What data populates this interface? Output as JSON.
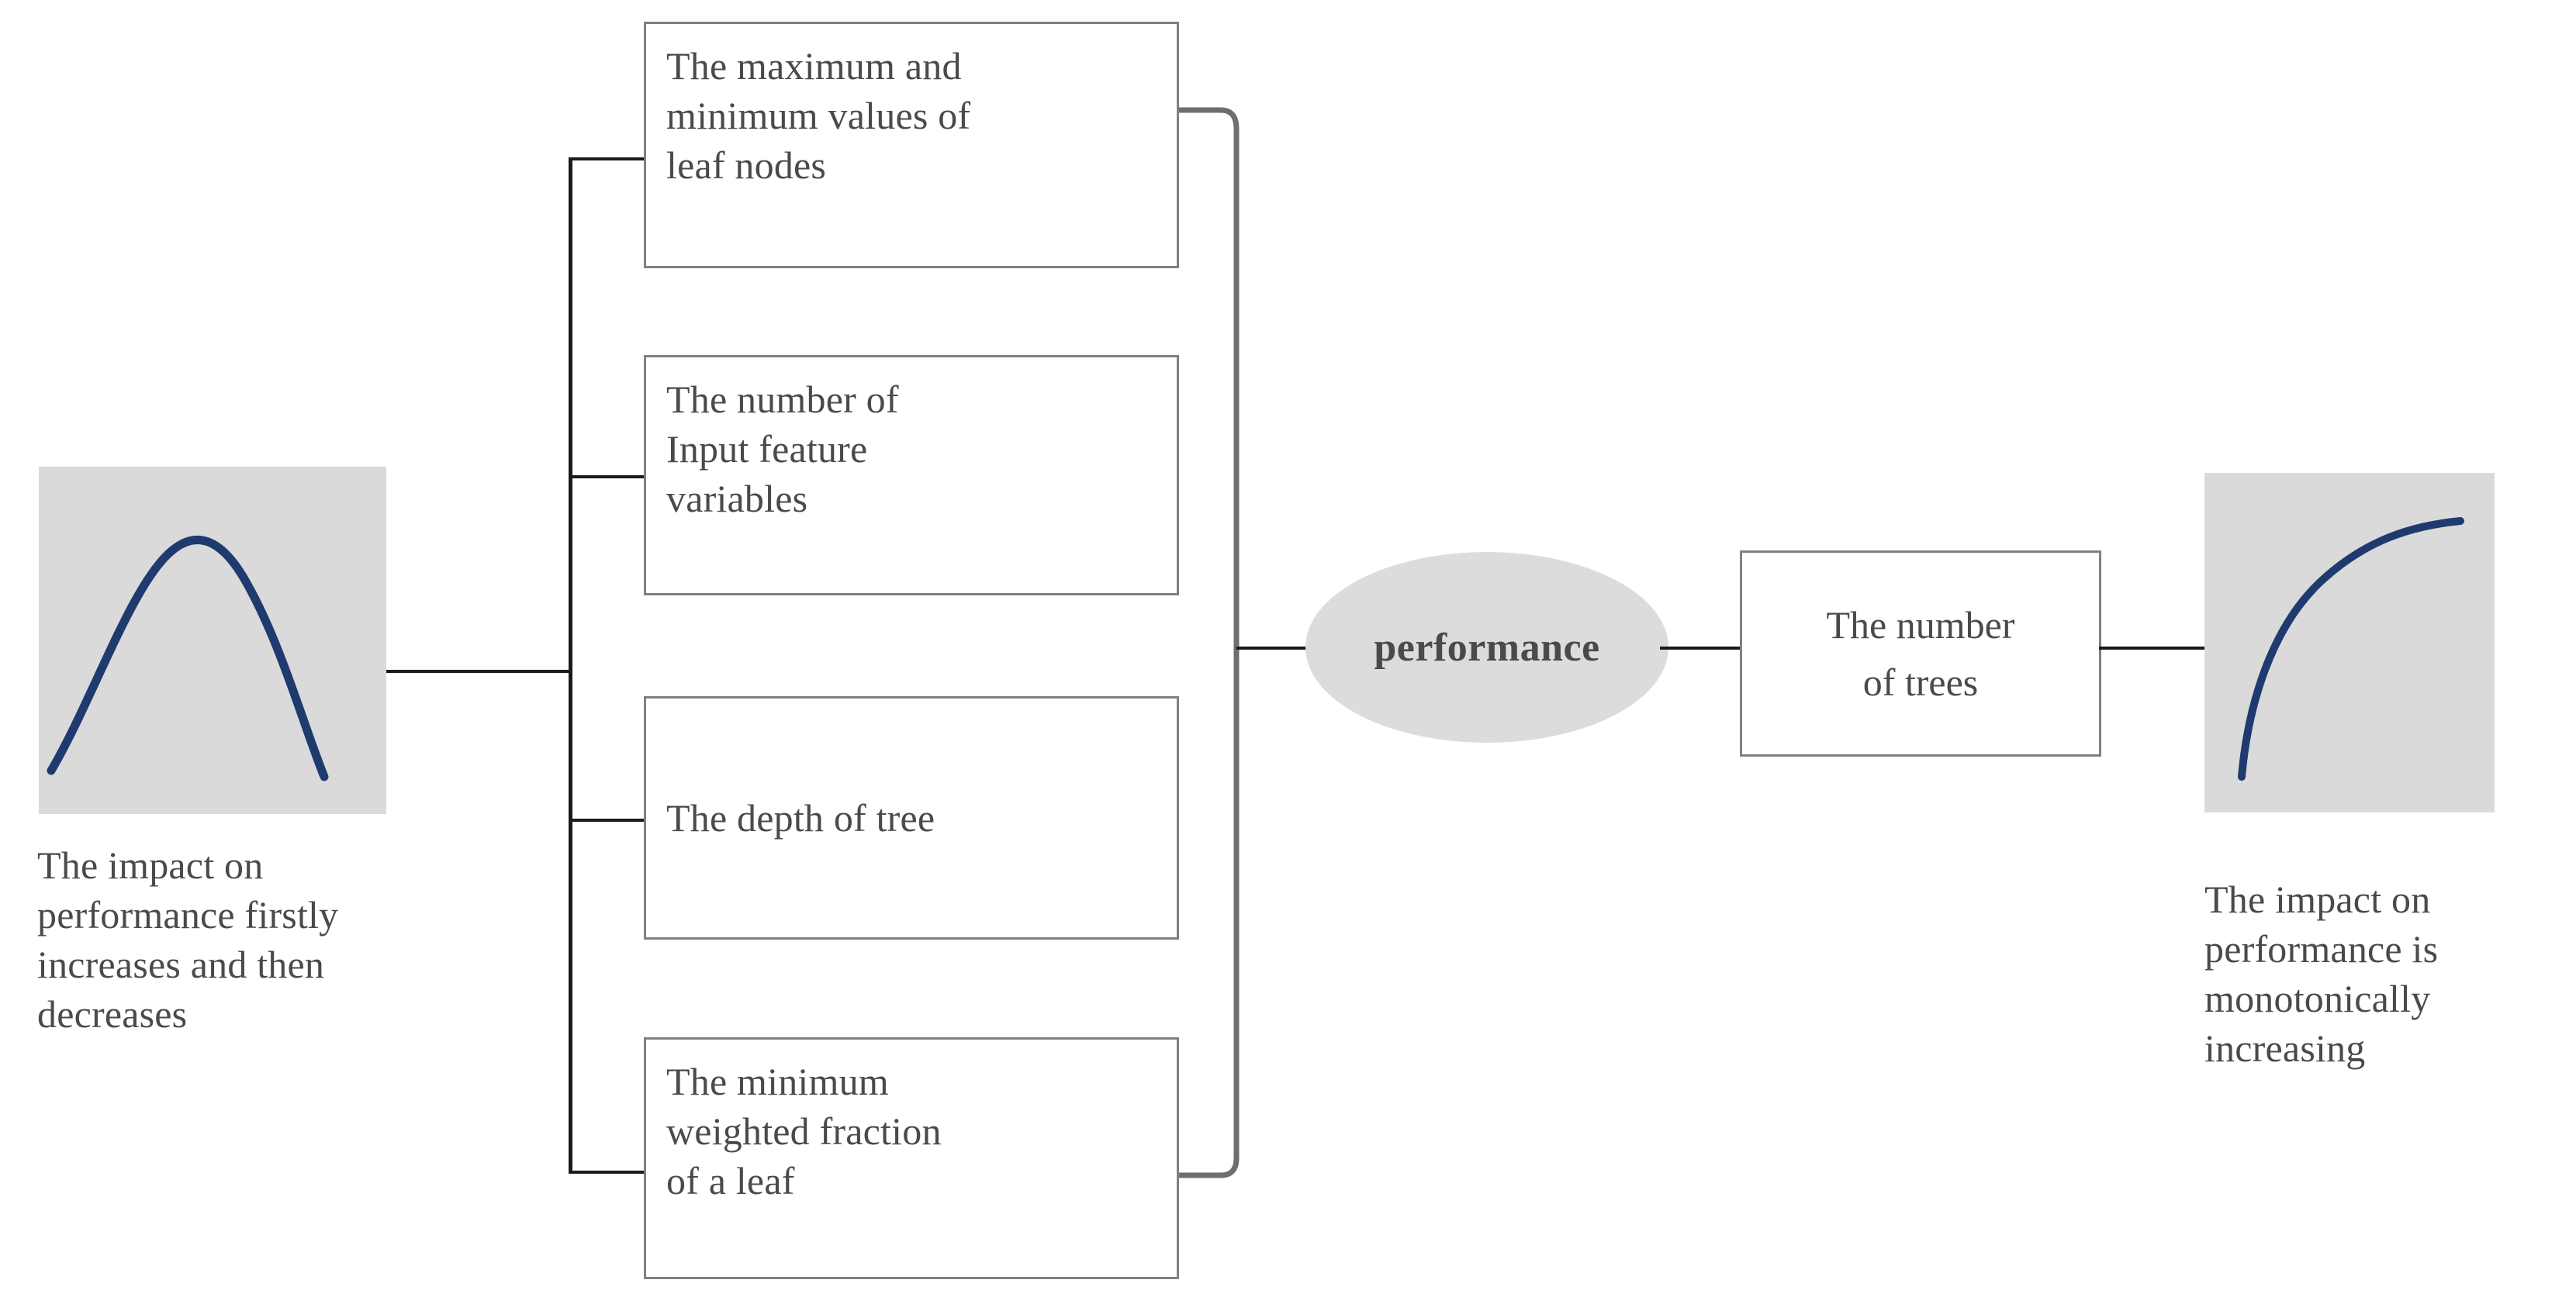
{
  "diagram": {
    "title_node": {
      "label": "performance"
    },
    "left_illustration": {
      "curve_name": "inverted-parabola-curve",
      "curve_color": "#1f3a6e",
      "panel_color": "#dadada",
      "caption": "The impact on\nperformance firstly\nincreases and then\ndecreases"
    },
    "right_illustration": {
      "curve_name": "concave-increasing-curve",
      "curve_color": "#1f3a6e",
      "panel_color": "#dadada",
      "caption": "The impact on\nperformance is\nmonotonically\nincreasing"
    },
    "left_factors": [
      {
        "id": "leaf-node-values",
        "label": "The maximum and\nminimum  values  of\nleaf nodes"
      },
      {
        "id": "input-feature-variables",
        "label": "The number of\nInput feature\nvariables"
      },
      {
        "id": "tree-depth",
        "label": "The depth of tree"
      },
      {
        "id": "min-weighted-fraction",
        "label": "The minimum\nweighted  fraction\nof a leaf"
      }
    ],
    "right_factor": {
      "id": "number-of-trees",
      "label": "The number\nof trees"
    },
    "colors": {
      "box_border": "#808080",
      "connector": "#1a1a1a",
      "bracket": "#6e6e6e",
      "ellipse_fill": "#dcdcdc",
      "text": "#4a4a4a",
      "curve": "#1f3a6e",
      "panel": "#dadada"
    }
  }
}
